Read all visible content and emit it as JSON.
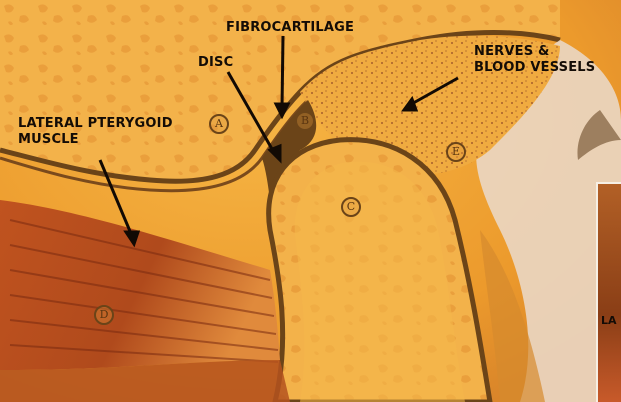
{
  "labels": {
    "fibrocartilage": "FIBROCARTILAGE",
    "disc": "DISC",
    "nerves": "NERVES &\nBLOOD VESSELS",
    "muscle": "LATERAL PTERYGOID\nMUSCLE"
  },
  "markers": {
    "a": "A",
    "b": "B",
    "c": "C",
    "d": "D",
    "e": "E"
  },
  "inset": {
    "text": "LA"
  },
  "colors": {
    "background": "#f0a32e",
    "bone": "#f4b84a",
    "cortex": "#6b4418",
    "muscle": "#a8421a",
    "label_text": "#140c06"
  }
}
